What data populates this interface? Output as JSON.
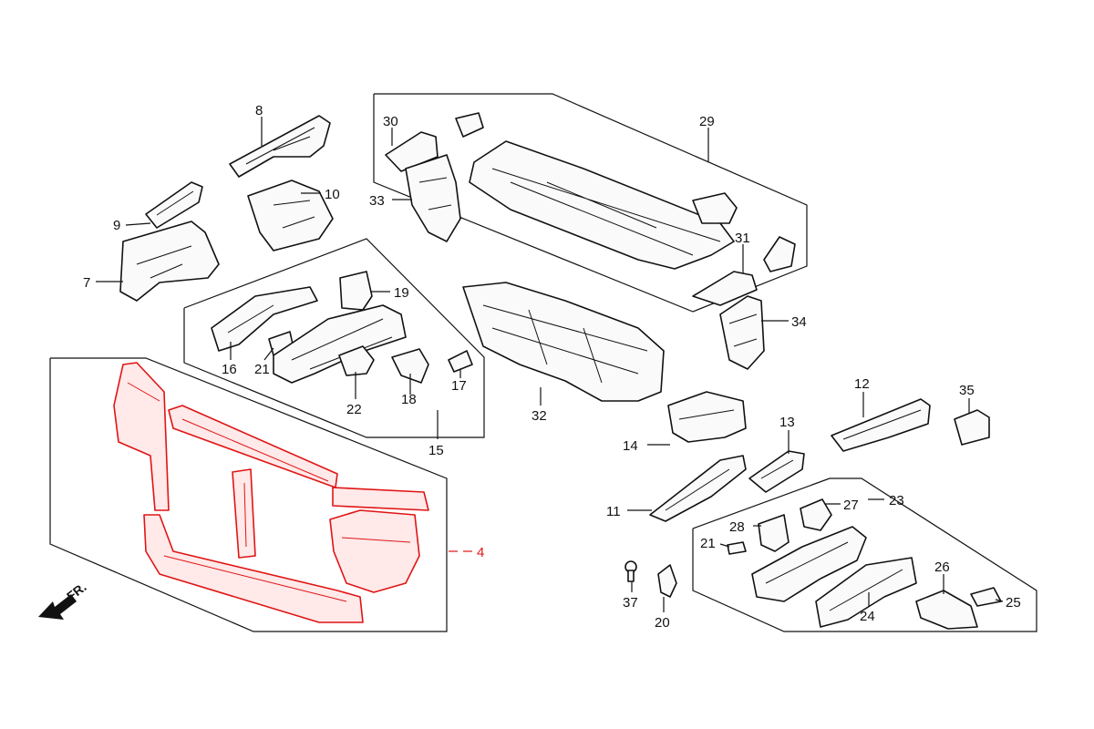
{
  "diagram": {
    "highlight_color": "#e01414",
    "line_color": "#111111",
    "direction_label": "FR.",
    "callouts": [
      {
        "id": "8",
        "text": "8",
        "highlight": false
      },
      {
        "id": "9",
        "text": "9",
        "highlight": false
      },
      {
        "id": "10",
        "text": "10",
        "highlight": false
      },
      {
        "id": "7",
        "text": "7",
        "highlight": false
      },
      {
        "id": "30",
        "text": "30",
        "highlight": false
      },
      {
        "id": "29",
        "text": "29",
        "highlight": false
      },
      {
        "id": "33",
        "text": "33",
        "highlight": false
      },
      {
        "id": "31",
        "text": "31",
        "highlight": false
      },
      {
        "id": "34",
        "text": "34",
        "highlight": false
      },
      {
        "id": "19",
        "text": "19",
        "highlight": false
      },
      {
        "id": "16",
        "text": "16",
        "highlight": false
      },
      {
        "id": "21a",
        "text": "21",
        "highlight": false
      },
      {
        "id": "22",
        "text": "22",
        "highlight": false
      },
      {
        "id": "18",
        "text": "18",
        "highlight": false
      },
      {
        "id": "17",
        "text": "17",
        "highlight": false
      },
      {
        "id": "15",
        "text": "15",
        "highlight": false
      },
      {
        "id": "32",
        "text": "32",
        "highlight": false
      },
      {
        "id": "12",
        "text": "12",
        "highlight": false
      },
      {
        "id": "35",
        "text": "35",
        "highlight": false
      },
      {
        "id": "13",
        "text": "13",
        "highlight": false
      },
      {
        "id": "14",
        "text": "14",
        "highlight": false
      },
      {
        "id": "11",
        "text": "11",
        "highlight": false
      },
      {
        "id": "27",
        "text": "27",
        "highlight": false
      },
      {
        "id": "23",
        "text": "23",
        "highlight": false
      },
      {
        "id": "28",
        "text": "28",
        "highlight": false
      },
      {
        "id": "21b",
        "text": "21",
        "highlight": false
      },
      {
        "id": "4",
        "text": "4",
        "highlight": true
      },
      {
        "id": "37",
        "text": "37",
        "highlight": false
      },
      {
        "id": "20",
        "text": "20",
        "highlight": false
      },
      {
        "id": "26",
        "text": "26",
        "highlight": false
      },
      {
        "id": "25",
        "text": "25",
        "highlight": false
      },
      {
        "id": "24",
        "text": "24",
        "highlight": false
      }
    ]
  }
}
